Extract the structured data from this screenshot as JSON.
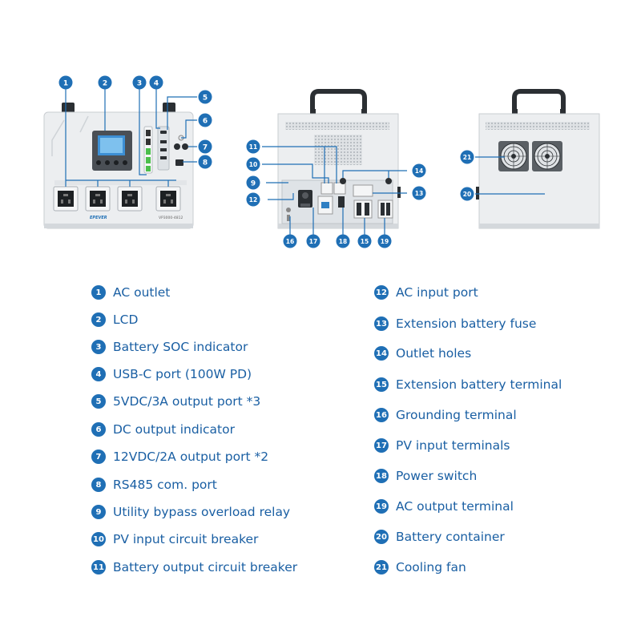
{
  "brand": "EPEVER",
  "model_label": "VP3000-4812",
  "legend": {
    "left": [
      {
        "num": "1",
        "label": "AC outlet"
      },
      {
        "num": "2",
        "label": "LCD"
      },
      {
        "num": "3",
        "label": "Battery SOC indicator"
      },
      {
        "num": "4",
        "label": "USB-C port (100W PD)"
      },
      {
        "num": "5",
        "label": "5VDC/3A output port *3"
      },
      {
        "num": "6",
        "label": "DC output indicator"
      },
      {
        "num": "7",
        "label": "12VDC/2A output port *2"
      },
      {
        "num": "8",
        "label": "RS485 com. port"
      },
      {
        "num": "9",
        "label": "Utility bypass overload relay"
      },
      {
        "num": "10",
        "label": "PV input circuit breaker"
      },
      {
        "num": "11",
        "label": "Battery output circuit breaker"
      }
    ],
    "right": [
      {
        "num": "12",
        "label": "AC input port"
      },
      {
        "num": "13",
        "label": "Extension battery fuse"
      },
      {
        "num": "14",
        "label": "Outlet holes"
      },
      {
        "num": "15",
        "label": "Extension battery terminal"
      },
      {
        "num": "16",
        "label": "Grounding terminal"
      },
      {
        "num": "17",
        "label": "PV input terminals"
      },
      {
        "num": "18",
        "label": "Power switch"
      },
      {
        "num": "19",
        "label": "AC output terminal"
      },
      {
        "num": "20",
        "label": "Battery container"
      },
      {
        "num": "21",
        "label": "Cooling fan"
      }
    ]
  },
  "colors": {
    "badge": "#1f6fb5",
    "label": "#1a5fa3",
    "body": "#eef0f2",
    "panel": "#dfe3e7",
    "dark": "#2b2f33"
  }
}
